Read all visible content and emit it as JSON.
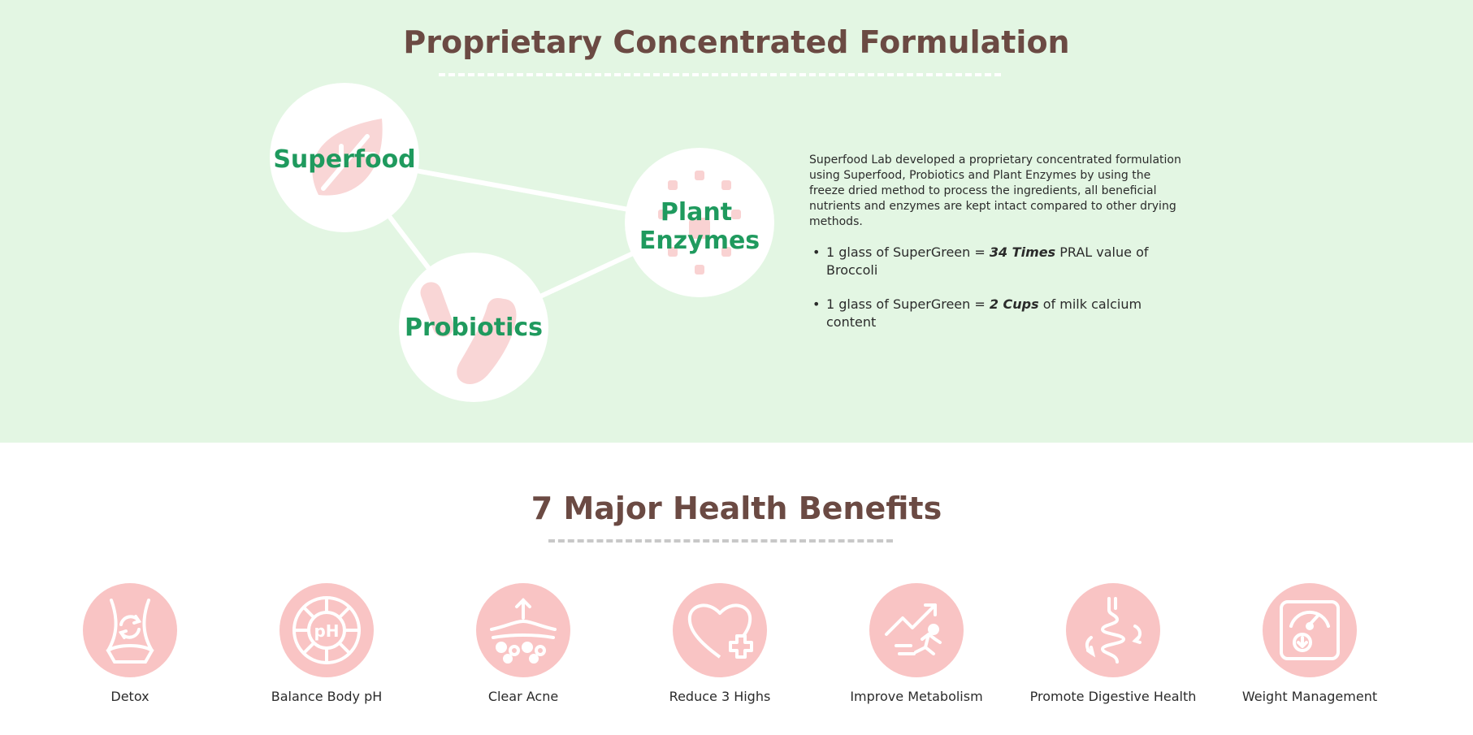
{
  "section1": {
    "title": "Proprietary Concentrated Formulation",
    "nodes": {
      "superfood": "Superfood",
      "probiotics": "Probiotics",
      "plant_line1": "Plant",
      "plant_line2": "Enzymes"
    },
    "description": "Superfood Lab developed a proprietary concentrated formulation using Superfood, Probiotics and Plant Enzymes by using the freeze dried method to process the ingredients, all beneficial nutrients and enzymes are kept intact compared to other drying methods.",
    "bullets": [
      {
        "prefix": "1 glass of SuperGreen = ",
        "emphasis": "34 Times",
        "suffix": " PRAL value of Broccoli"
      },
      {
        "prefix": "1 glass of SuperGreen = ",
        "emphasis": "2 Cups",
        "suffix": " of milk calcium content"
      }
    ]
  },
  "section2": {
    "title": "7 Major Health Benefits",
    "benefits": [
      {
        "label": "Detox",
        "icon": "detox-icon"
      },
      {
        "label": "Balance Body pH",
        "icon": "ph-icon"
      },
      {
        "label": "Clear Acne",
        "icon": "skin-icon"
      },
      {
        "label": "Reduce 3 Highs",
        "icon": "heart-plus-icon"
      },
      {
        "label": "Improve Metabolism",
        "icon": "runner-icon"
      },
      {
        "label": "Promote Digestive Health",
        "icon": "intestine-icon"
      },
      {
        "label": "Weight Management",
        "icon": "scale-icon"
      }
    ],
    "ph_text": "pH"
  },
  "colors": {
    "top_background": "#e3f6e3",
    "heading": "#6b4a43",
    "node_label": "#1f9a5e",
    "icon_pink": "#f9c4c4"
  }
}
